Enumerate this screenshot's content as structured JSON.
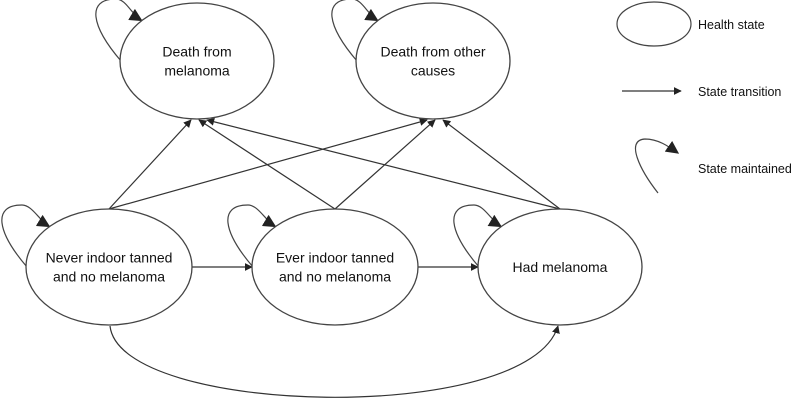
{
  "states": {
    "death_melanoma": [
      "Death from",
      "melanoma"
    ],
    "death_other": [
      "Death from other",
      "causes"
    ],
    "never_tanned": [
      "Never indoor tanned",
      "and no melanoma"
    ],
    "ever_tanned": [
      "Ever indoor tanned",
      "and no melanoma"
    ],
    "had_melanoma": [
      "Had melanoma"
    ]
  },
  "transitions": [
    [
      "never_tanned",
      "death_melanoma"
    ],
    [
      "never_tanned",
      "death_other"
    ],
    [
      "ever_tanned",
      "death_melanoma"
    ],
    [
      "ever_tanned",
      "death_other"
    ],
    [
      "had_melanoma",
      "death_melanoma"
    ],
    [
      "had_melanoma",
      "death_other"
    ],
    [
      "never_tanned",
      "ever_tanned"
    ],
    [
      "ever_tanned",
      "had_melanoma"
    ],
    [
      "never_tanned",
      "had_melanoma"
    ]
  ],
  "self_loops": [
    "death_melanoma",
    "death_other",
    "never_tanned",
    "ever_tanned",
    "had_melanoma"
  ],
  "legend": {
    "health_state": "Health state",
    "state_transition": "State transition",
    "state_maintained": "State maintained"
  },
  "colors": {
    "stroke": "#444444",
    "text": "#111111"
  }
}
